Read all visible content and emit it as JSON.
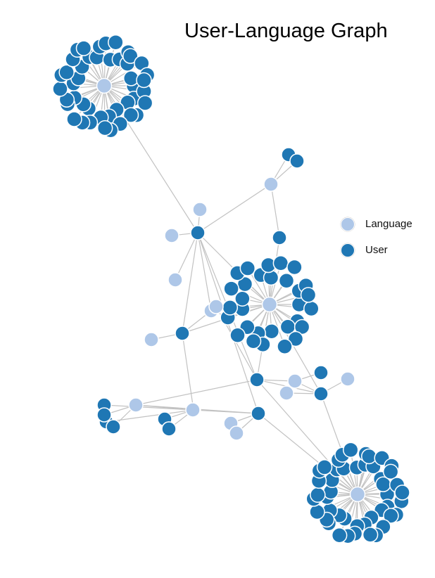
{
  "title": "User-Language Graph",
  "legend": [
    {
      "label": "Language",
      "color": "#aec7e8"
    },
    {
      "label": "User",
      "color": "#1f77b4"
    }
  ],
  "colors": {
    "language": "#aec7e8",
    "user": "#1f77b4",
    "edge": "#c2c2c2"
  },
  "graph": {
    "hubs": [
      {
        "id": "hubA",
        "type": "language",
        "leaves": 44
      },
      {
        "id": "hubB",
        "type": "language",
        "leaves": 30
      },
      {
        "id": "hubC",
        "type": "language",
        "leaves": 46
      }
    ],
    "nodes": [
      {
        "id": "L1",
        "type": "language"
      },
      {
        "id": "U1",
        "type": "user"
      },
      {
        "id": "U2",
        "type": "user"
      },
      {
        "id": "L2",
        "type": "language"
      },
      {
        "id": "L3",
        "type": "language"
      },
      {
        "id": "U3",
        "type": "user"
      },
      {
        "id": "U4",
        "type": "user"
      },
      {
        "id": "L4",
        "type": "language"
      },
      {
        "id": "L5",
        "type": "language"
      },
      {
        "id": "L6",
        "type": "language"
      },
      {
        "id": "U5",
        "type": "user"
      },
      {
        "id": "L7",
        "type": "language"
      },
      {
        "id": "U6",
        "type": "user"
      },
      {
        "id": "L8",
        "type": "language"
      },
      {
        "id": "L9",
        "type": "language"
      },
      {
        "id": "U7",
        "type": "user"
      },
      {
        "id": "U8",
        "type": "user"
      },
      {
        "id": "L10",
        "type": "language"
      },
      {
        "id": "L11",
        "type": "language"
      },
      {
        "id": "U9",
        "type": "user"
      },
      {
        "id": "L12",
        "type": "language"
      },
      {
        "id": "L13",
        "type": "language"
      },
      {
        "id": "U10",
        "type": "user"
      },
      {
        "id": "U11",
        "type": "user"
      },
      {
        "id": "U12",
        "type": "user"
      },
      {
        "id": "U13",
        "type": "user"
      },
      {
        "id": "U14",
        "type": "user"
      },
      {
        "id": "U15",
        "type": "user"
      },
      {
        "id": "U16",
        "type": "user"
      },
      {
        "id": "L14",
        "type": "language"
      },
      {
        "id": "L15",
        "type": "language"
      }
    ],
    "edges": [
      [
        "hubA",
        "U4"
      ],
      [
        "L2",
        "U4"
      ],
      [
        "L4",
        "U4"
      ],
      [
        "L6",
        "U4"
      ],
      [
        "L1",
        "U4"
      ],
      [
        "U4",
        "hubB"
      ],
      [
        "U4",
        "U5"
      ],
      [
        "U4",
        "U6"
      ],
      [
        "U4",
        "U7"
      ],
      [
        "L1",
        "U1"
      ],
      [
        "L1",
        "U2"
      ],
      [
        "L1",
        "U3"
      ],
      [
        "U3",
        "hubB"
      ],
      [
        "L6",
        "U5"
      ],
      [
        "U5",
        "L9"
      ],
      [
        "U5",
        "hubB"
      ],
      [
        "U5",
        "L8"
      ],
      [
        "hubB",
        "U6"
      ],
      [
        "hubB",
        "U8"
      ],
      [
        "L7",
        "U6"
      ],
      [
        "U6",
        "L10"
      ],
      [
        "U6",
        "U8"
      ],
      [
        "U6",
        "L5"
      ],
      [
        "L10",
        "U8"
      ],
      [
        "L11",
        "U8"
      ],
      [
        "L12",
        "U8"
      ],
      [
        "U9",
        "L10"
      ],
      [
        "U8",
        "hubC"
      ],
      [
        "U6",
        "hubC"
      ],
      [
        "L8",
        "U10"
      ],
      [
        "L8",
        "U11"
      ],
      [
        "L8",
        "U12"
      ],
      [
        "L8",
        "U13"
      ],
      [
        "L8",
        "L5"
      ],
      [
        "L5",
        "U14"
      ],
      [
        "L5",
        "U15"
      ],
      [
        "L5",
        "U7"
      ],
      [
        "U7",
        "L14"
      ],
      [
        "U7",
        "L15"
      ],
      [
        "U7",
        "hubC"
      ]
    ]
  }
}
